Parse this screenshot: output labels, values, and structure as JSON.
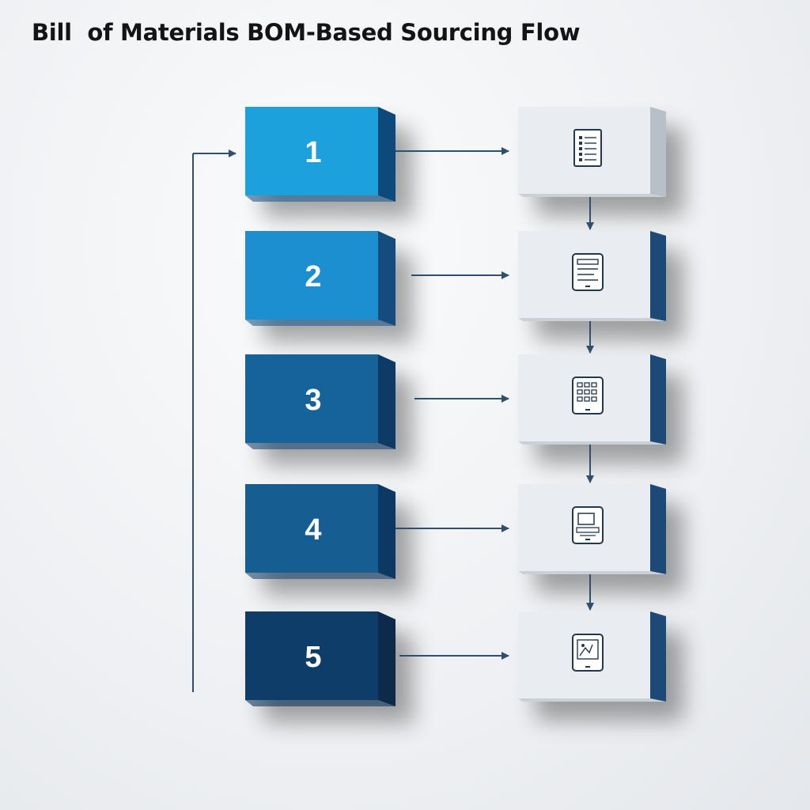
{
  "title": "Bill  of Materials BOM-Based Sourcing Flow",
  "colors": {
    "step_fronts": [
      "#1fa1dd",
      "#1b8fd0",
      "#16639a",
      "#165d92",
      "#0e3c68"
    ],
    "step_sides": [
      "#104a7a",
      "#124c7e",
      "#0d3a66",
      "#0d3963",
      "#0a2a4c"
    ],
    "card_front": "#e9ecf0",
    "card_side": "#1a4a74",
    "arrow": "#2e4f6e"
  },
  "steps": [
    {
      "label": "1",
      "icon": "document-list-icon"
    },
    {
      "label": "2",
      "icon": "form-tablet-icon"
    },
    {
      "label": "3",
      "icon": "grid-tablet-icon"
    },
    {
      "label": "4",
      "icon": "workstation-tablet-icon"
    },
    {
      "label": "5",
      "icon": "drawing-tablet-icon"
    }
  ]
}
